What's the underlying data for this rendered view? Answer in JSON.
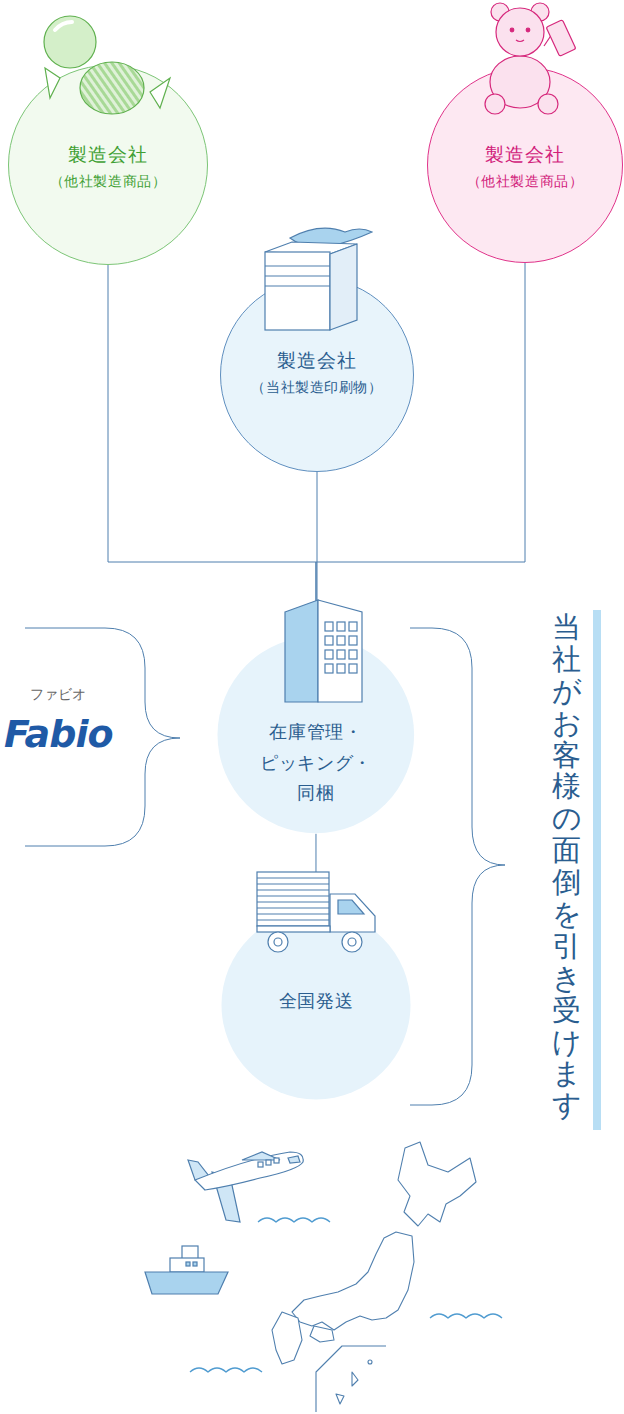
{
  "diagram": {
    "nodes": [
      {
        "text": [
          "製造会社",
          "（他社製造商品）"
        ]
      },
      {
        "text": [
          "製造会社",
          "（他社製造商品）"
        ]
      },
      {
        "text": [
          "製造会社",
          "（当社製造印刷物）"
        ]
      },
      {
        "text": [
          "在庫管理・ ピッキング・ 同梱"
        ]
      },
      {
        "text": [
          "全国発送"
        ]
      }
    ],
    "edges": [
      {
        "from": 0,
        "to": 3,
        "arrow": "none"
      },
      {
        "from": 1,
        "to": 3,
        "arrow": "none"
      },
      {
        "from": 2,
        "to": 3,
        "arrow": "none"
      },
      {
        "from": 3,
        "to": 4,
        "arrow": "none"
      }
    ],
    "labels": [
      "ファビオ",
      "Fabio",
      "当社がお客様の面倒を引き受けます"
    ]
  }
}
